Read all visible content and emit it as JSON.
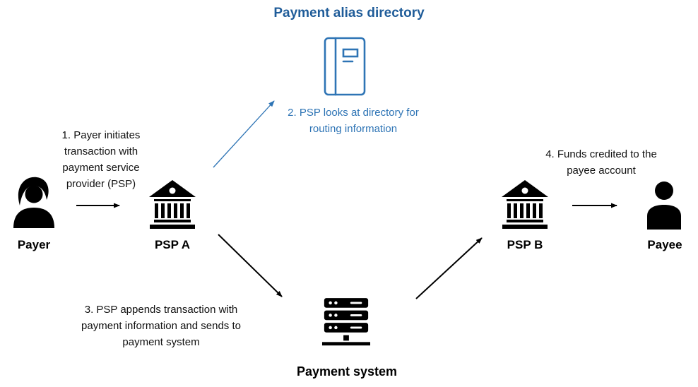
{
  "title": "Payment alias directory",
  "steps": {
    "step1": "1. Payer initiates transaction with payment service provider (PSP)",
    "step2": "2. PSP looks at directory for routing information",
    "step3": "3. PSP appends transaction with payment information and sends to payment system",
    "step4": "4. Funds credited to the payee account"
  },
  "nodes": {
    "payer": "Payer",
    "psp_a": "PSP A",
    "payment_system": "Payment system",
    "psp_b": "PSP B",
    "payee": "Payee"
  },
  "icons": {
    "payer": "person-woman-icon",
    "psp_a": "bank-icon",
    "directory": "notebook-directory-icon",
    "payment_system": "server-icon",
    "psp_b": "bank-icon",
    "payee": "person-icon"
  },
  "colors": {
    "title_blue": "#1F5C99",
    "accent_blue": "#2E74B5",
    "arrow_black": "#000000"
  }
}
